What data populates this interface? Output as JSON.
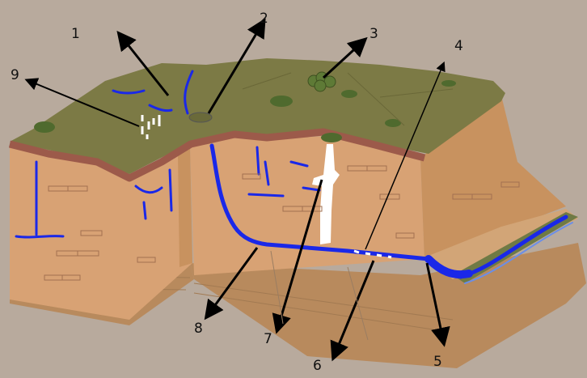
{
  "labels": [
    "1",
    "2",
    "3",
    "4",
    "5",
    "6",
    "7",
    "8",
    "9"
  ],
  "colors": {
    "background": "#b8aa9d",
    "surface": "#7c7a45",
    "soil_band": "#9c5a4a",
    "rock": "#d8a274",
    "rock_shadow": "#c8925f",
    "base_strata": "#b88a5d",
    "water": "#1a28e8",
    "cave_void": "#ffffff",
    "vegetation": "#4f6a2e",
    "arrow": "#000000"
  }
}
